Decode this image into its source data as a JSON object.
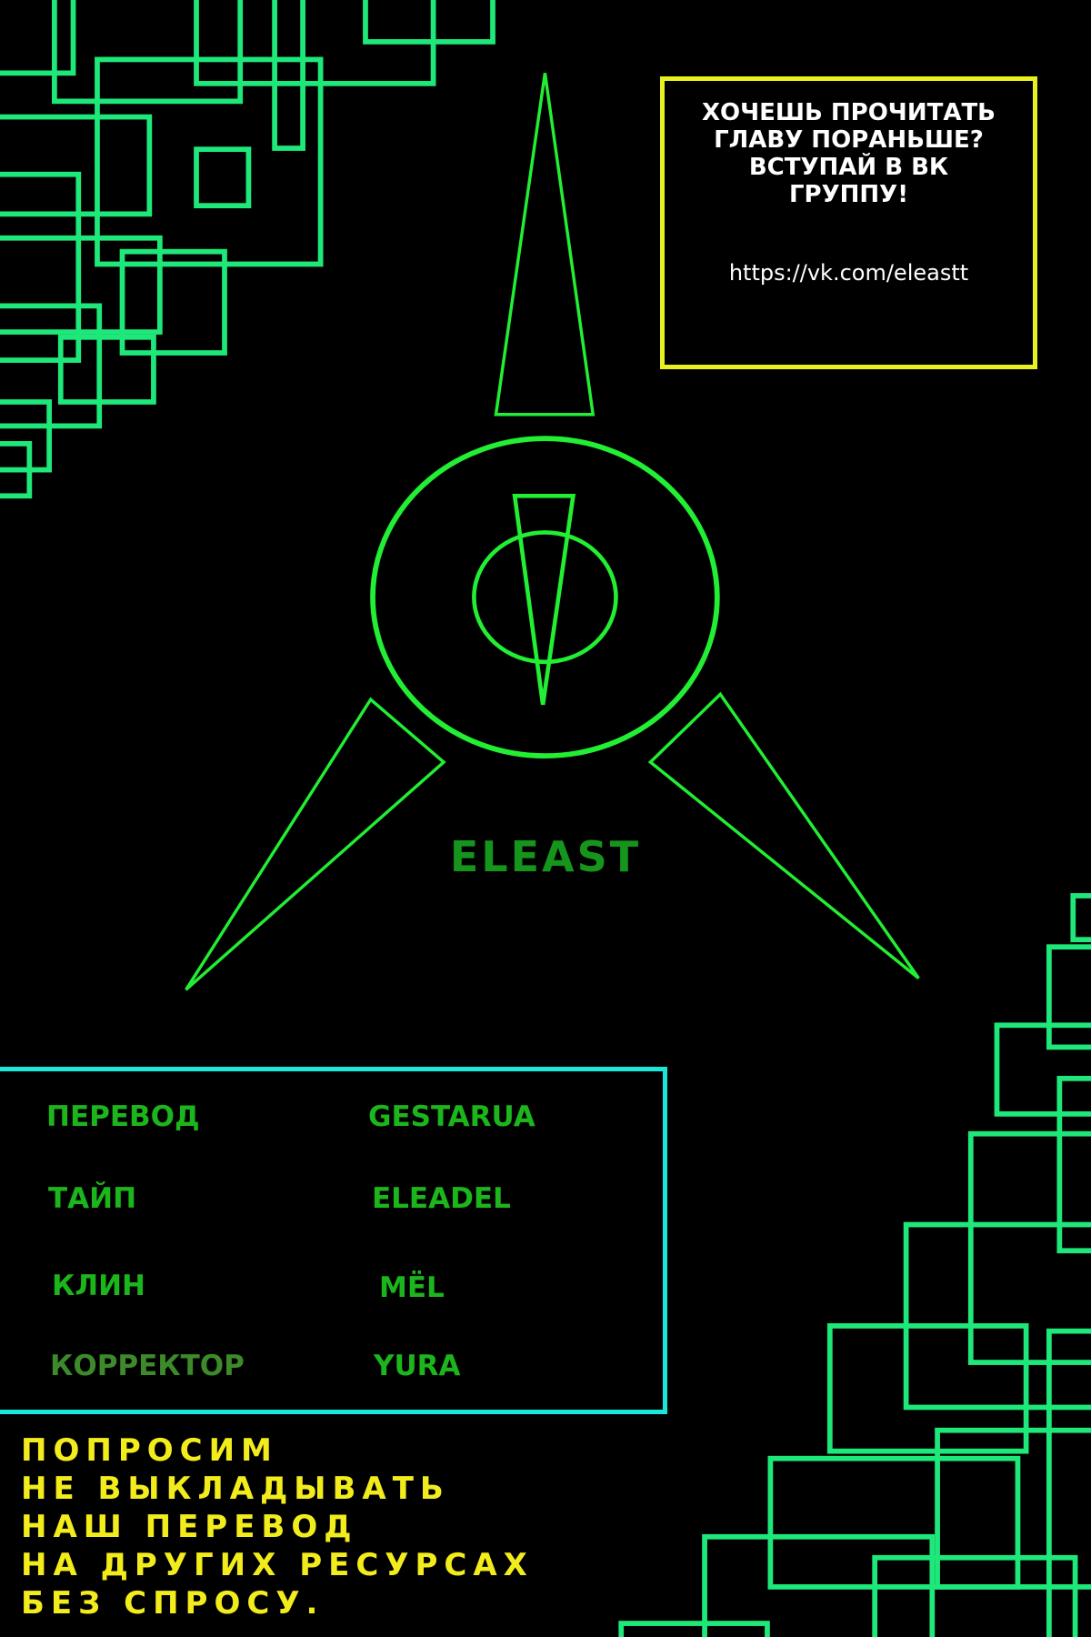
{
  "promo": {
    "lines": [
      "ХОЧЕШЬ ПРОЧИТАТЬ",
      "ГЛАВУ ПОРАНЬШЕ?",
      "ВСТУПАЙ В ВК",
      "ГРУППУ!"
    ],
    "url": "https://vk.com/eleastt"
  },
  "logo": {
    "text": "ELEAST"
  },
  "credits": [
    {
      "role": "ПЕРЕВОД",
      "name": "GESTARUA"
    },
    {
      "role": "ТАЙП",
      "name": "ELEADEL"
    },
    {
      "role": "КЛИН",
      "name": "MЁL"
    },
    {
      "role": "КОРРЕКТОР",
      "name": "YURA"
    }
  ],
  "notice": [
    "ПОПРОСИМ",
    "НЕ ВЫКЛАДЫВАТЬ",
    "НАШ ПЕРЕВОД",
    "НА ДРУГИХ РЕСУРСАХ",
    "БЕЗ СПРОСУ."
  ],
  "colors": {
    "background": "#000000",
    "frame_green": "#1ee87a",
    "logo_green": "#22ee33",
    "promo_border": "#e8f01e",
    "credits_border": "#19e8d8",
    "notice": "#f2ec1c"
  }
}
